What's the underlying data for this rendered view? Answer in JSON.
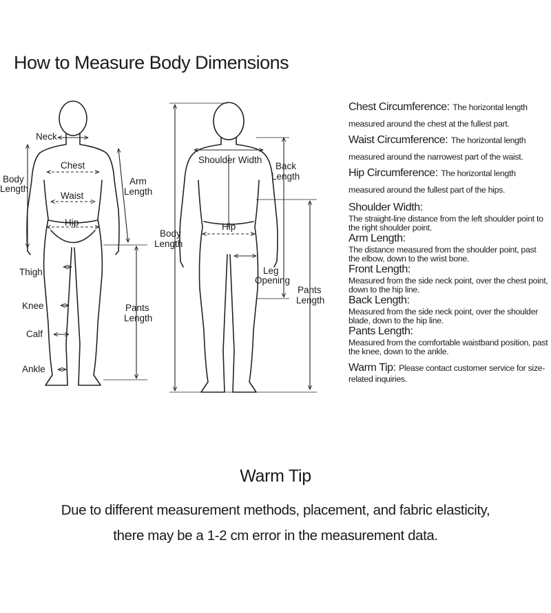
{
  "title": "How to Measure Body Dimensions",
  "front_labels": {
    "neck": "Neck",
    "body_length_1": "Body",
    "body_length_2": "Length",
    "chest": "Chest",
    "arm_length_1": "Arm",
    "arm_length_2": "Length",
    "waist": "Waist",
    "hip": "Hip",
    "thigh": "Thigh",
    "knee": "Knee",
    "calf": "Calf",
    "ankle": "Ankle",
    "pants_length_1": "Pants",
    "pants_length_2": "Length"
  },
  "back_labels": {
    "shoulder_width": "Shoulder Width",
    "back_length_1": "Back",
    "back_length_2": "Length",
    "body_length_1": "Body",
    "body_length_2": "Length",
    "hip": "Hip",
    "leg_opening_1": "Leg",
    "leg_opening_2": "Opening",
    "pants_length_1": "Pants",
    "pants_length_2": "Length"
  },
  "definitions": [
    {
      "term": "Chest Circumference:",
      "desc": "The horizontal length measured around the chest at the fullest part."
    },
    {
      "term": "Waist Circumference:",
      "desc": "The horizontal length measured around the narrowest part of the waist."
    },
    {
      "term": "Hip Circumference:",
      "desc": "The horizontal length measured around the fullest part of the hips."
    },
    {
      "term": "Shoulder Width:",
      "desc": "The straight-line distance from the left shoulder point to the right shoulder point."
    },
    {
      "term": "Arm Length:",
      "desc": "The distance measured from the shoulder point, past the elbow, down to the wrist bone."
    },
    {
      "term": "Front Length:",
      "desc": "Measured from the side neck point, over the chest point, down to the hip line."
    },
    {
      "term": "Back Length:",
      "desc": "Measured from the side neck point, over the shoulder blade, down to the hip line."
    },
    {
      "term": "Pants Length:",
      "desc": "Measured from the comfortable waistband position, past the knee, down to the ankle."
    },
    {
      "term": "Warm Tip:",
      "desc": "Please contact customer service for size-related inquiries."
    }
  ],
  "warm_tip": {
    "heading": "Warm Tip",
    "line1": "Due to different measurement methods, placement, and fabric elasticity,",
    "line2": "there may be a 1-2 cm error in the measurement data."
  }
}
